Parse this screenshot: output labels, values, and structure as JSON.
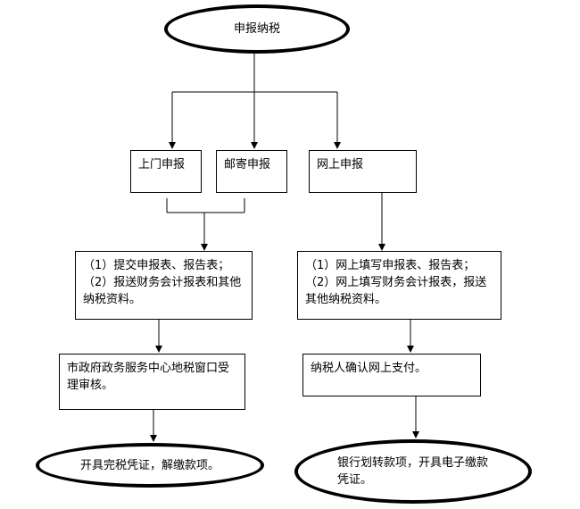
{
  "start": {
    "label": "申报纳税"
  },
  "methods": {
    "in_person": "上门申报",
    "mail": "邮寄申报",
    "online": "网上申报"
  },
  "offline_flow": {
    "submit": "（1）提交申报表、报告表；（2）报送财务会计报表和其他纳税资料。",
    "review": "市政府政务服务中心地税窗口受理审核。",
    "end": "开具完税凭证，解缴款项。"
  },
  "online_flow": {
    "fill": "（1）网上填写申报表、报告表；（2）网上填写财务会计报表，报送其他纳税资料。",
    "pay": "纳税人确认网上支付。",
    "end": "银行划转款项，开具电子缴款凭证。"
  },
  "colors": {
    "line": "#000000",
    "background": "#ffffff"
  }
}
